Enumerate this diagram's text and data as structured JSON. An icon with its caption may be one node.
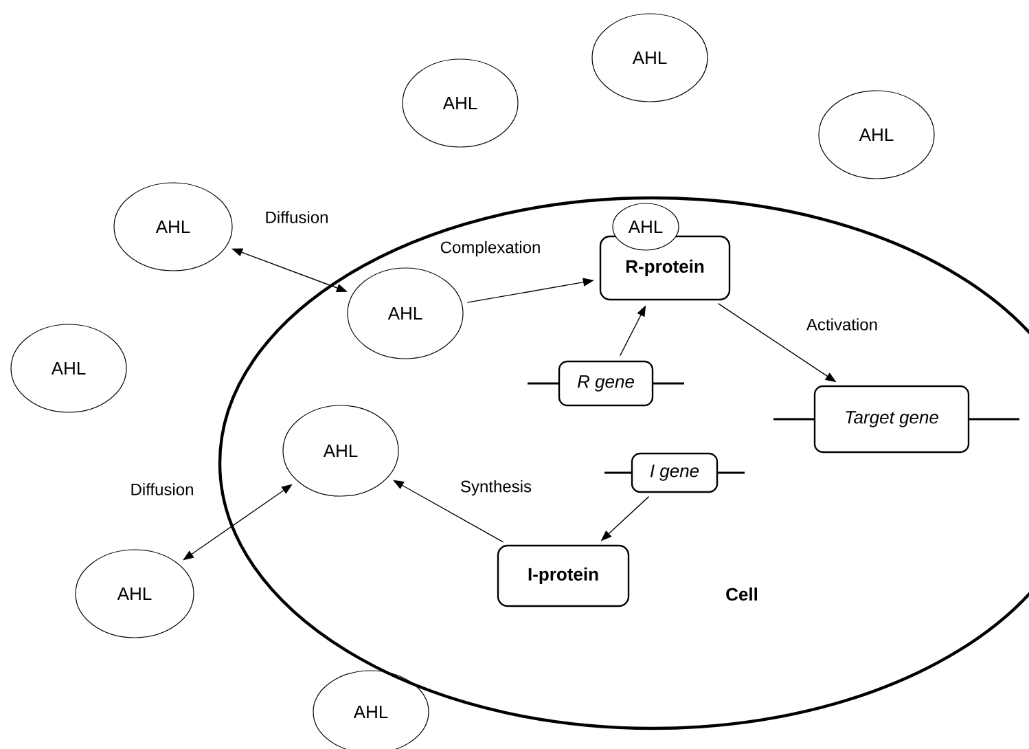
{
  "diagram": {
    "nodes": [
      {
        "text": [
          "AHL"
        ]
      },
      {
        "text": [
          "AHL"
        ]
      },
      {
        "text": [
          "AHL"
        ]
      },
      {
        "text": [
          "AHL"
        ]
      },
      {
        "text": [
          "Cell"
        ]
      },
      {
        "text": [
          "AHL"
        ],
        "in": 4
      },
      {
        "text": [
          "AHL"
        ],
        "in": 4
      },
      {
        "text": [
          "R-protein"
        ],
        "in": 4
      },
      {
        "text": [
          "R gene"
        ],
        "in": 4
      },
      {
        "text": [
          "Target gene"
        ],
        "in": 4
      },
      {
        "text": [
          "AHL"
        ],
        "in": 4
      },
      {
        "text": [
          "I gene"
        ],
        "in": 4
      },
      {
        "text": [
          "I-protein"
        ],
        "in": 4
      },
      {
        "text": [
          "AHL"
        ]
      },
      {
        "text": [
          "AHL"
        ]
      },
      {
        "text": [
          "AHL"
        ]
      }
    ],
    "edges": [
      {
        "from": 3,
        "to": 5,
        "arrow": "both",
        "label": "Diffusion"
      },
      {
        "from": 14,
        "to": 10,
        "arrow": "both",
        "label": "Diffusion"
      },
      {
        "from": 5,
        "to": 7,
        "arrow": "to",
        "label": "Complexation"
      },
      {
        "from": 8,
        "to": 7,
        "arrow": "to"
      },
      {
        "from": 7,
        "to": 9,
        "arrow": "to",
        "label": "Activation"
      },
      {
        "from": 11,
        "to": 12,
        "arrow": "to"
      },
      {
        "from": 12,
        "to": 10,
        "arrow": "to",
        "label": "Synthesis"
      }
    ]
  }
}
